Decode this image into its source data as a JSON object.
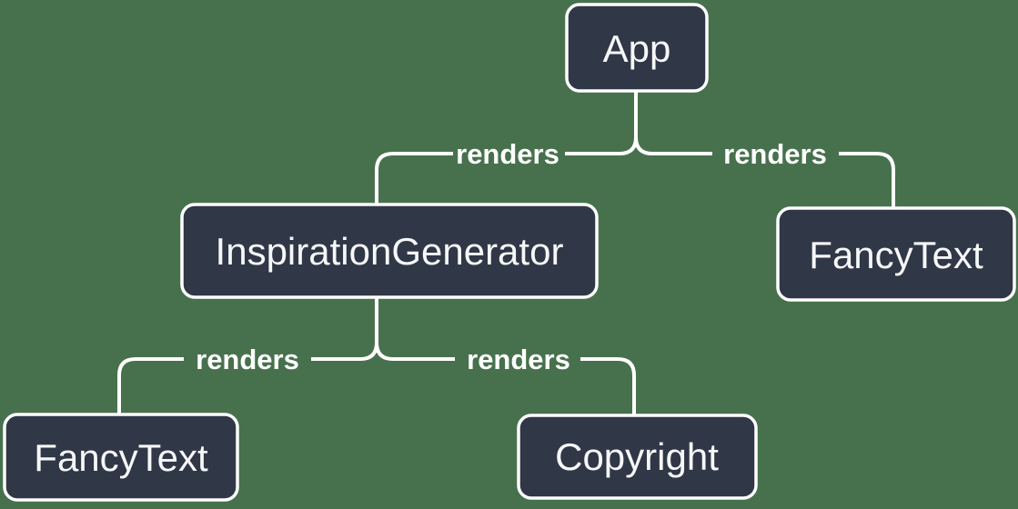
{
  "diagram": {
    "type": "component-render-tree",
    "colors": {
      "background": "#47714D",
      "node_fill": "#303746",
      "node_border": "#FFFFFF",
      "line": "#FFFFFF",
      "node_text": "#F6F7F9",
      "label_text": "#FFFFFF"
    },
    "nodes": [
      {
        "id": "app",
        "label": "App"
      },
      {
        "id": "inspiration-generator",
        "label": "InspirationGenerator"
      },
      {
        "id": "fancy-text-top",
        "label": "FancyText"
      },
      {
        "id": "fancy-text-bottom",
        "label": "FancyText"
      },
      {
        "id": "copyright",
        "label": "Copyright"
      }
    ],
    "edges": [
      {
        "from": "app",
        "to": "inspiration-generator",
        "label": "renders"
      },
      {
        "from": "app",
        "to": "fancy-text-top",
        "label": "renders"
      },
      {
        "from": "inspiration-generator",
        "to": "fancy-text-bottom",
        "label": "renders"
      },
      {
        "from": "inspiration-generator",
        "to": "copyright",
        "label": "renders"
      }
    ]
  }
}
